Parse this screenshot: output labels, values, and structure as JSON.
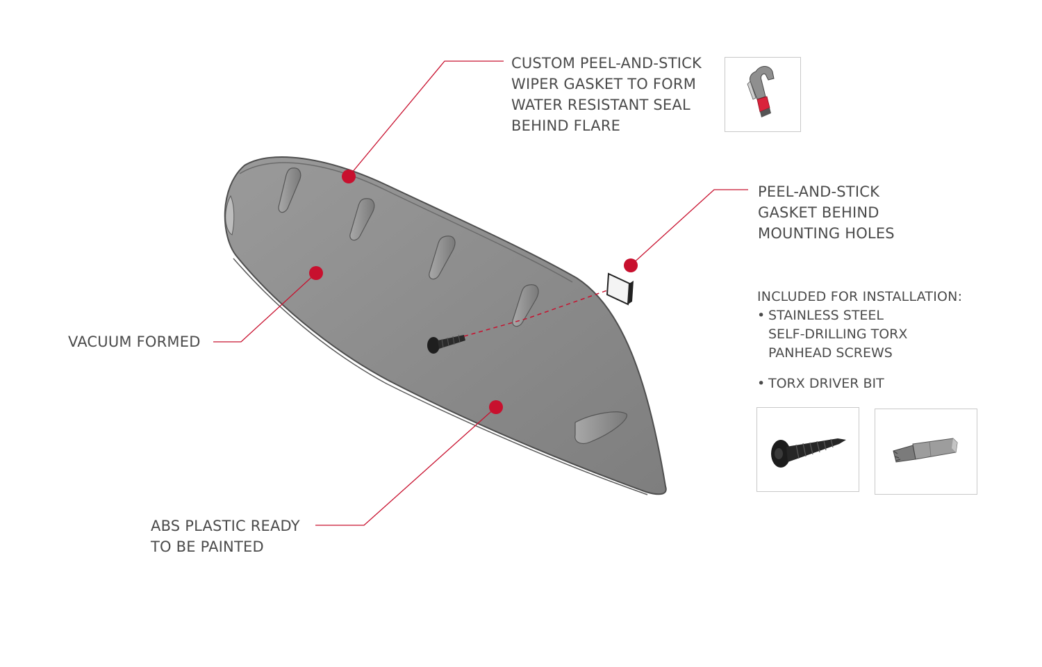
{
  "callouts": {
    "wiper_gasket": [
      "CUSTOM PEEL-AND-STICK",
      "WIPER GASKET TO FORM",
      "WATER RESISTANT SEAL",
      "BEHIND FLARE"
    ],
    "hole_gasket": [
      "PEEL-AND-STICK",
      "GASKET BEHIND",
      "MOUNTING HOLES"
    ],
    "vacuum_formed": [
      "VACUUM FORMED"
    ],
    "abs_plastic": [
      "ABS PLASTIC READY",
      "TO BE PAINTED"
    ]
  },
  "installation": {
    "heading": "INCLUDED FOR INSTALLATION:",
    "items": [
      {
        "bullet": "•",
        "lines": [
          "STAINLESS STEEL",
          "SELF-DRILLING TORX",
          "PANHEAD SCREWS"
        ]
      },
      {
        "bullet": "•",
        "lines": [
          "TORX DRIVER BIT"
        ]
      }
    ]
  },
  "colors": {
    "accent_red": "#c8102e",
    "part_gray": "#8a8a8a",
    "text": "#4a4a4a"
  },
  "icons": [
    "wiper-gasket-profile-icon",
    "square-gasket-icon",
    "torx-screw-icon",
    "torx-bit-icon"
  ]
}
